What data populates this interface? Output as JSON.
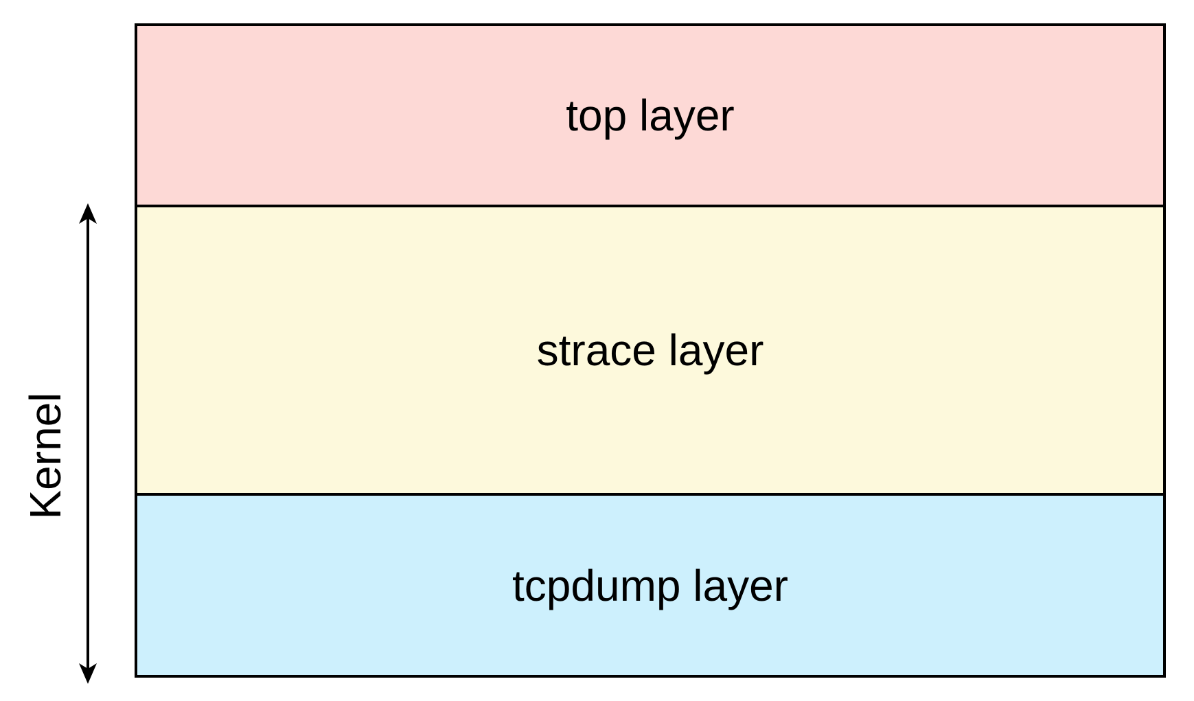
{
  "layers": [
    {
      "label": "top layer",
      "color": "#fdd9d6"
    },
    {
      "label": "strace layer",
      "color": "#fdf9dc"
    },
    {
      "label": "tcpdump layer",
      "color": "#cdf0fd"
    }
  ],
  "side_label": "Kernel",
  "arrow": {
    "type": "double-headed",
    "color": "#000000"
  }
}
